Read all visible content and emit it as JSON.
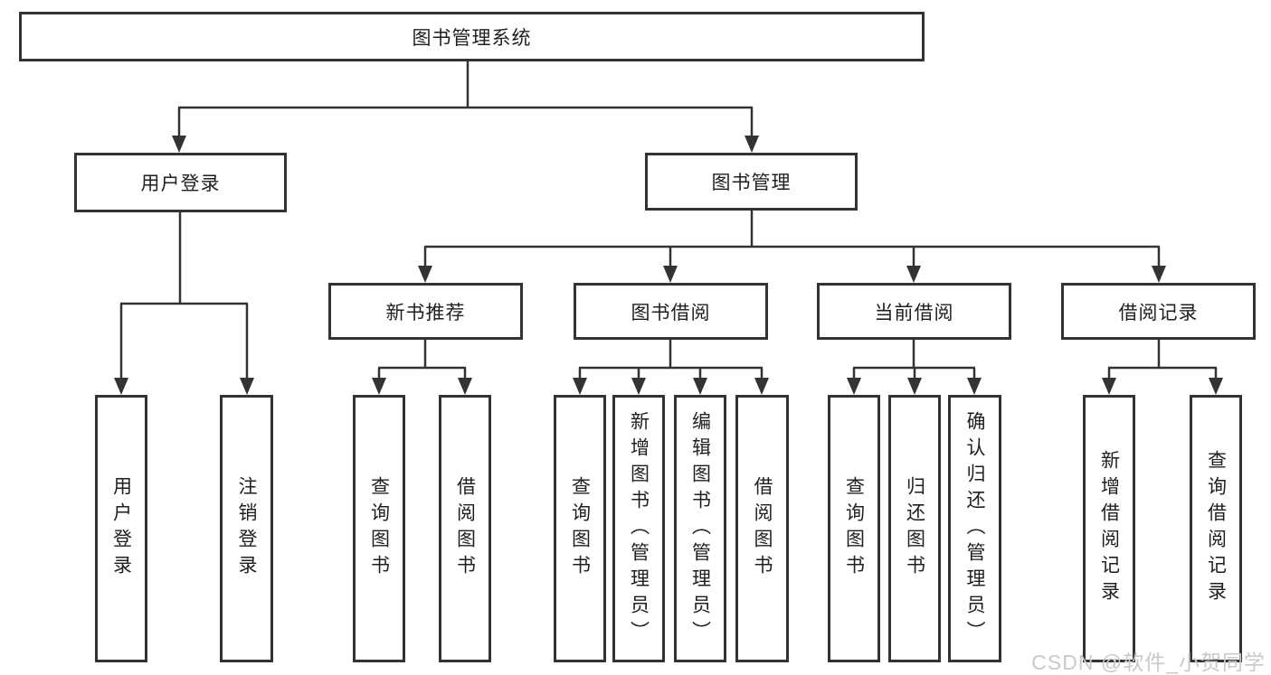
{
  "colors": {
    "background": "#ffffff",
    "line": "#333333",
    "box_border": "#333333",
    "text": "#1f1f1f",
    "watermark": "#c9c9c9"
  },
  "diagram": {
    "type": "hierarchy-tree",
    "title": "图书管理系统",
    "branches": [
      {
        "label": "用户登录",
        "leaves": [
          "用户登录",
          "注销登录"
        ]
      },
      {
        "label": "图书管理",
        "children": [
          {
            "label": "新书推荐",
            "leaves": [
              "查询图书",
              "借阅图书"
            ]
          },
          {
            "label": "图书借阅",
            "leaves": [
              "查询图书",
              "新增图书（管理员）",
              "编辑图书（管理员）",
              "借阅图书"
            ]
          },
          {
            "label": "当前借阅",
            "leaves": [
              "查询图书",
              "归还图书",
              "确认归还（管理员）"
            ]
          },
          {
            "label": "借阅记录",
            "leaves": [
              "新增借阅记录",
              "查询借阅记录"
            ]
          }
        ]
      }
    ]
  },
  "watermark": "CSDN @软件_小贺同学"
}
